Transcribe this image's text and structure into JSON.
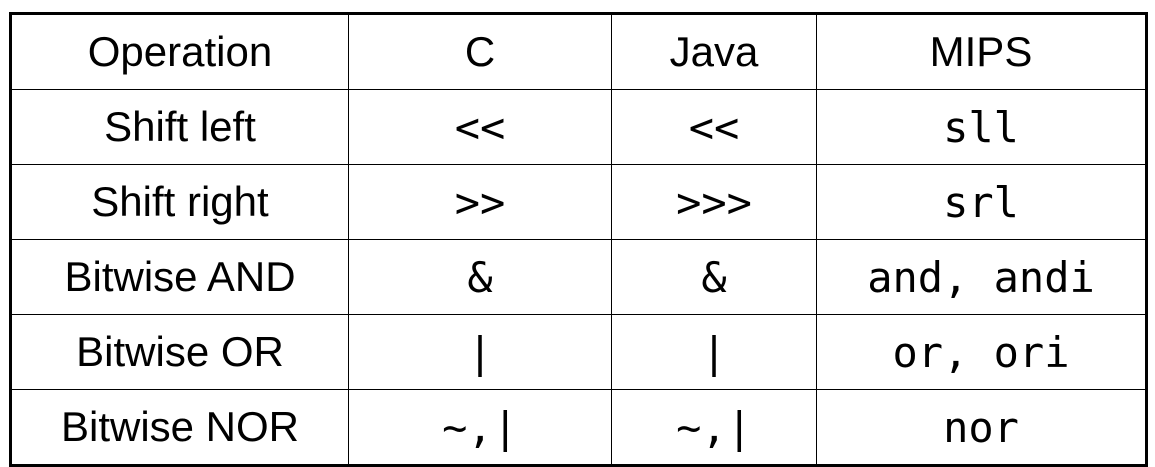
{
  "table": {
    "headers": [
      "Operation",
      "C",
      "Java",
      "MIPS"
    ],
    "rows": [
      {
        "operation": "Shift left",
        "c": "<<",
        "java": "<<",
        "mips": "sll"
      },
      {
        "operation": "Shift right",
        "c": ">>",
        "java": ">>>",
        "mips": "srl"
      },
      {
        "operation": "Bitwise AND",
        "c": "&",
        "java": "&",
        "mips": "and, andi"
      },
      {
        "operation": "Bitwise OR",
        "c": "|",
        "java": "|",
        "mips": "or, ori"
      },
      {
        "operation": "Bitwise NOR",
        "c": "~,|",
        "java": "~,|",
        "mips": "nor"
      }
    ]
  }
}
